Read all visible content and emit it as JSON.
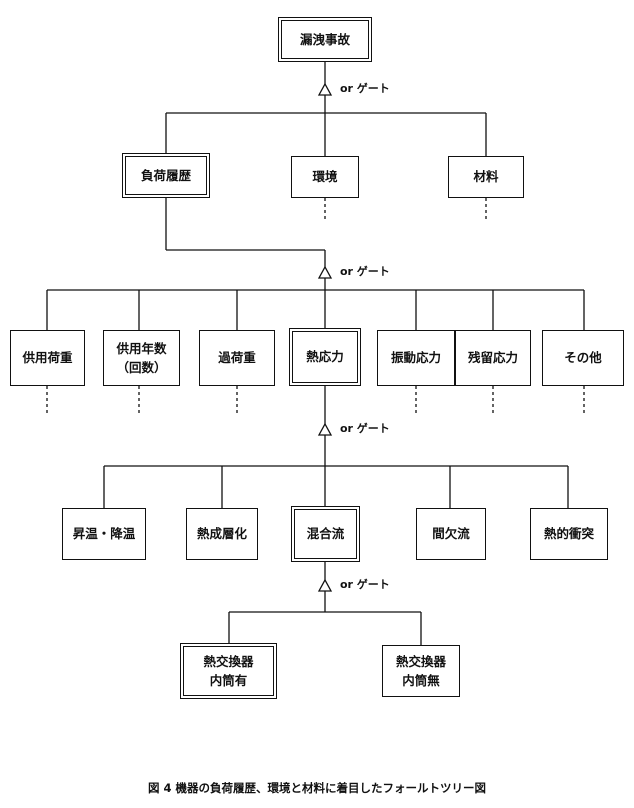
{
  "gate_label": "or ゲート",
  "caption": "図 4  機器の負荷履歴、環境と材料に着目したフォールトツリー図",
  "nodes": {
    "top": {
      "lines": [
        "漏洩事故"
      ]
    },
    "load_history": {
      "lines": [
        "負荷履歴"
      ]
    },
    "environment": {
      "lines": [
        "環境"
      ]
    },
    "material": {
      "lines": [
        "材料"
      ]
    },
    "service_load": {
      "lines": [
        "供用荷重"
      ]
    },
    "service_years": {
      "lines": [
        "供用年数",
        "（回数）"
      ]
    },
    "overload": {
      "lines": [
        "過荷重"
      ]
    },
    "thermal_stress": {
      "lines": [
        "熱応力"
      ]
    },
    "vibration_stress": {
      "lines": [
        "振動応力"
      ]
    },
    "residual_stress": {
      "lines": [
        "残留応力"
      ]
    },
    "other": {
      "lines": [
        "その他"
      ]
    },
    "temp_change": {
      "lines": [
        "昇温・降温"
      ]
    },
    "thermal_stratification": {
      "lines": [
        "熱成層化"
      ]
    },
    "mixed_flow": {
      "lines": [
        "混合流"
      ]
    },
    "intermittent_flow": {
      "lines": [
        "間欠流"
      ]
    },
    "thermal_shock": {
      "lines": [
        "熱的衝突"
      ]
    },
    "hx_inner_with": {
      "lines": [
        "熱交換器",
        "内筒有"
      ]
    },
    "hx_inner_without": {
      "lines": [
        "熱交換器",
        "内筒無"
      ]
    }
  }
}
